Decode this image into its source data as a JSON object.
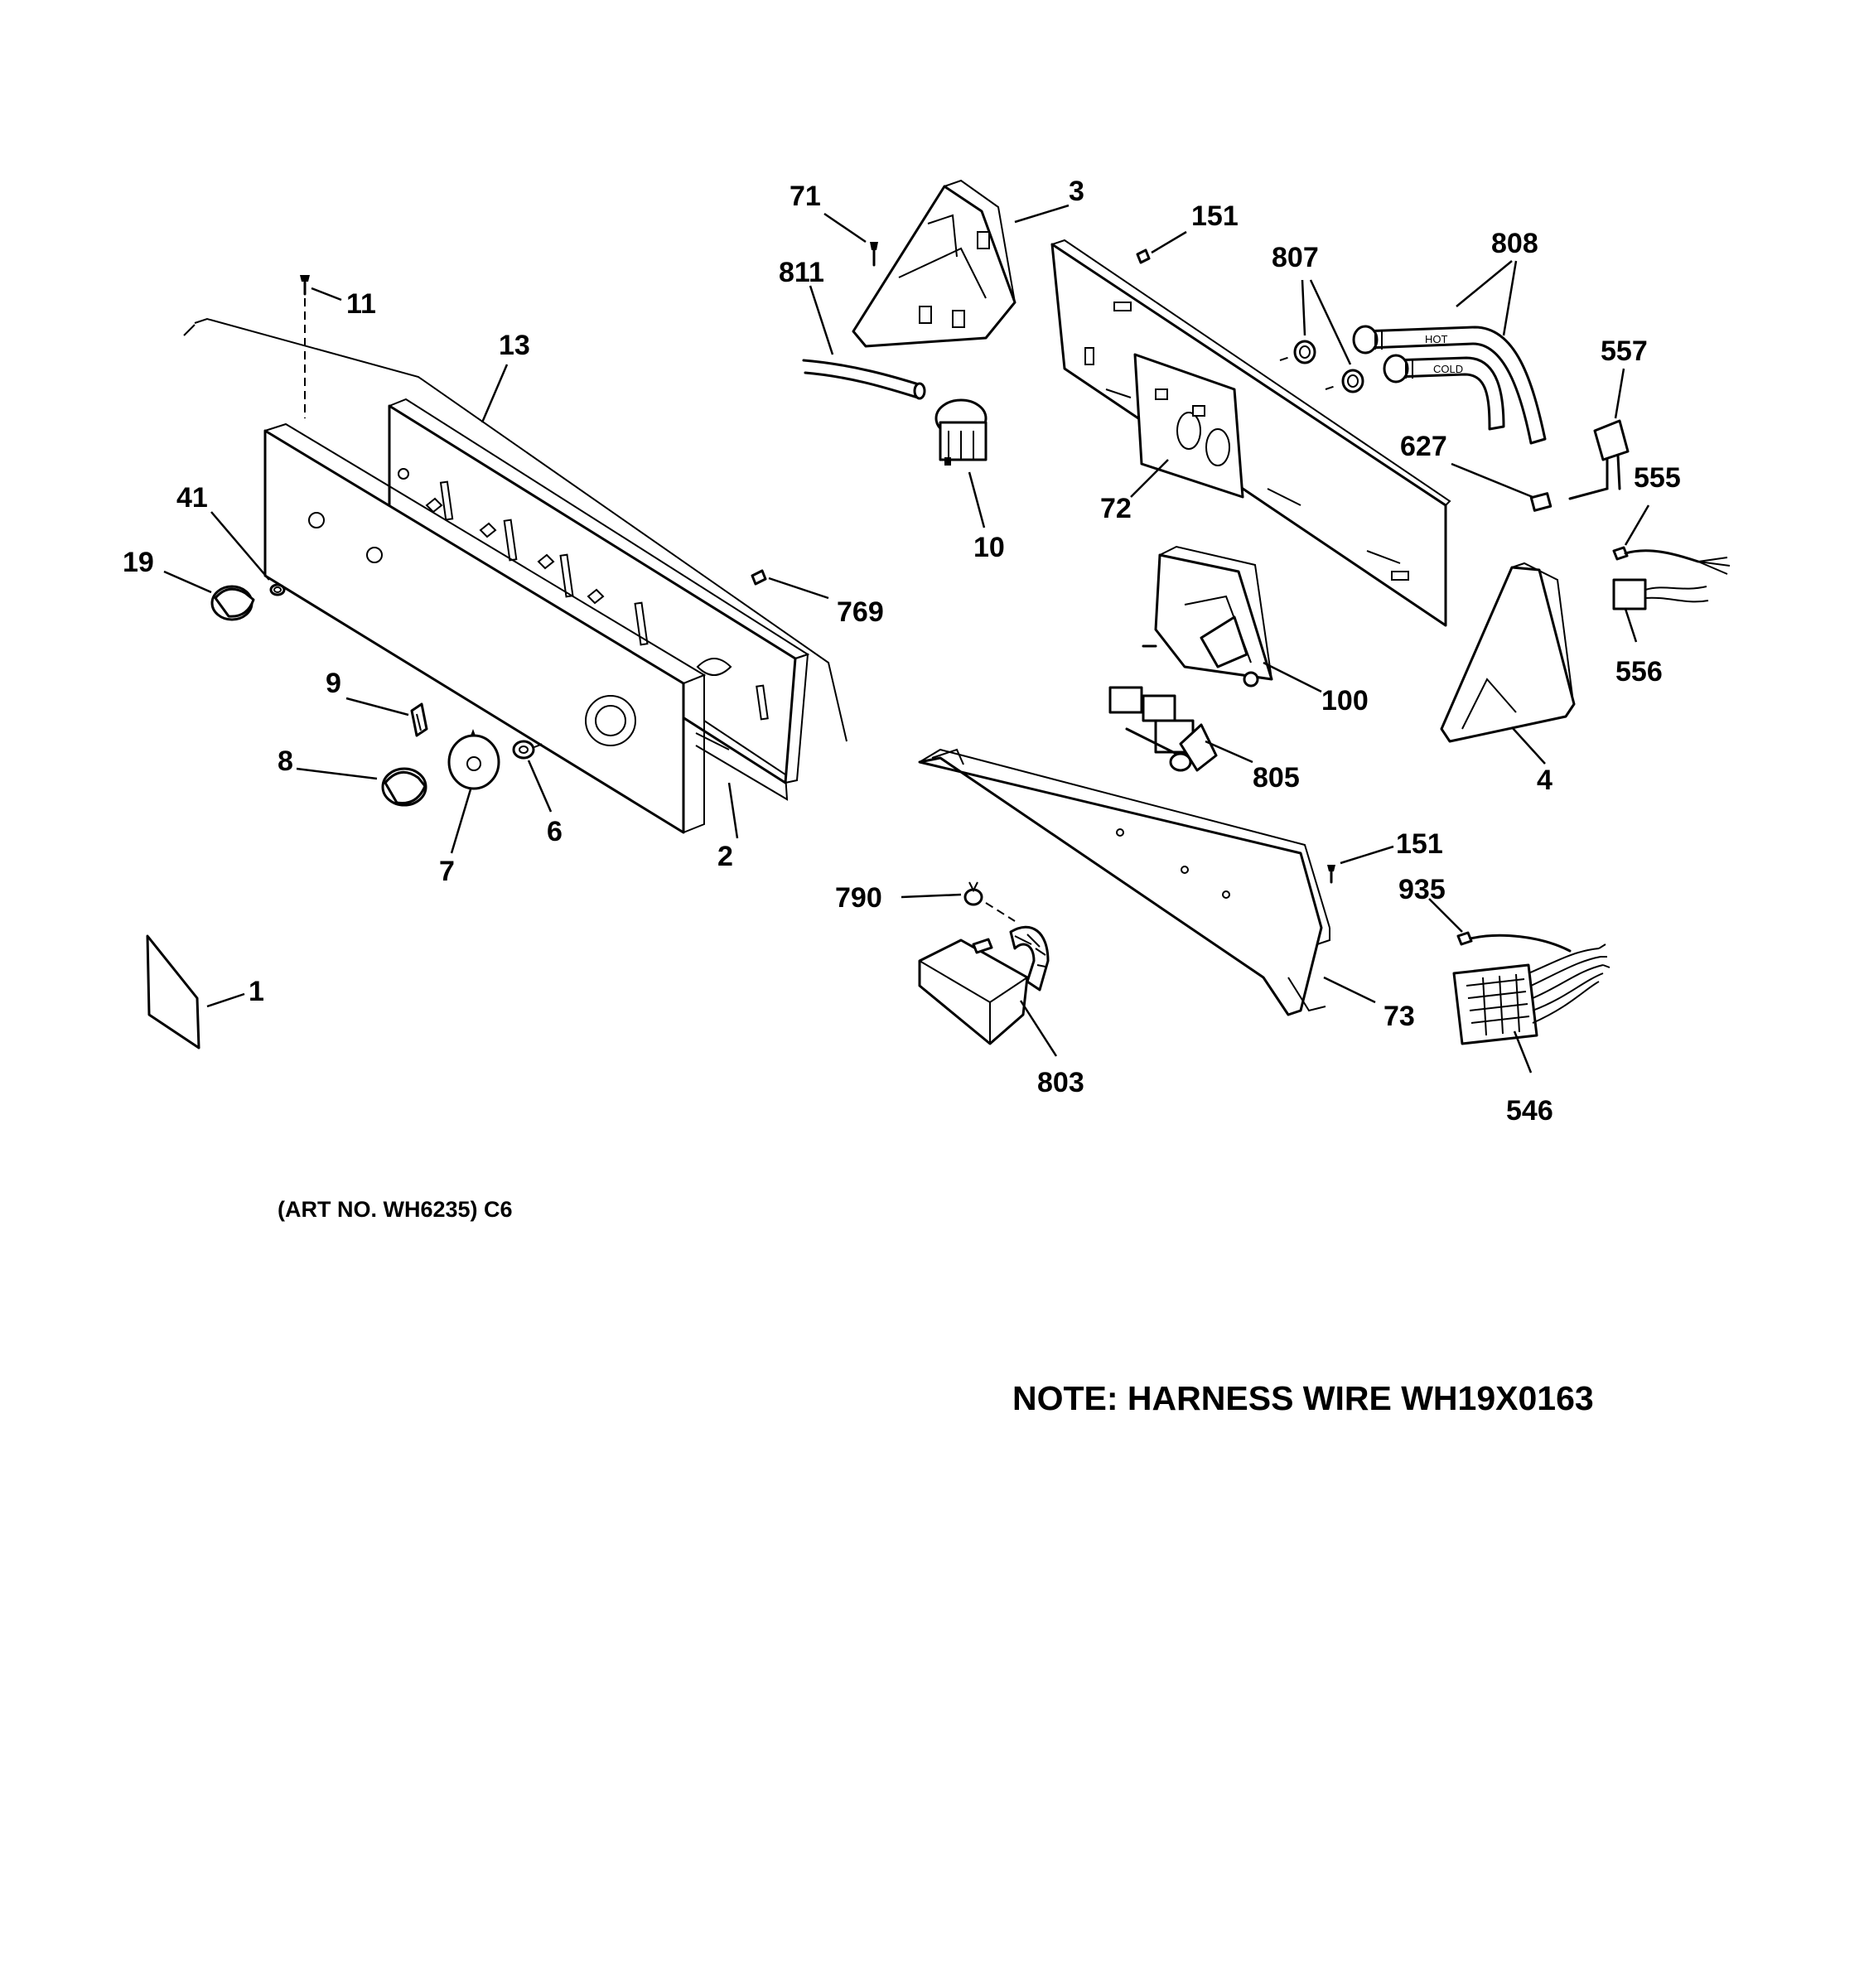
{
  "callouts": [
    {
      "id": "c1",
      "label": "1"
    },
    {
      "id": "c2",
      "label": "2"
    },
    {
      "id": "c3",
      "label": "3"
    },
    {
      "id": "c4",
      "label": "4"
    },
    {
      "id": "c6",
      "label": "6"
    },
    {
      "id": "c7",
      "label": "7"
    },
    {
      "id": "c8",
      "label": "8"
    },
    {
      "id": "c9",
      "label": "9"
    },
    {
      "id": "c10",
      "label": "10"
    },
    {
      "id": "c11",
      "label": "11"
    },
    {
      "id": "c13",
      "label": "13"
    },
    {
      "id": "c19",
      "label": "19"
    },
    {
      "id": "c41",
      "label": "41"
    },
    {
      "id": "c71",
      "label": "71"
    },
    {
      "id": "c72",
      "label": "72"
    },
    {
      "id": "c73",
      "label": "73"
    },
    {
      "id": "c100",
      "label": "100"
    },
    {
      "id": "c151a",
      "label": "151"
    },
    {
      "id": "c151b",
      "label": "151"
    },
    {
      "id": "c546",
      "label": "546"
    },
    {
      "id": "c555",
      "label": "555"
    },
    {
      "id": "c556",
      "label": "556"
    },
    {
      "id": "c557",
      "label": "557"
    },
    {
      "id": "c627",
      "label": "627"
    },
    {
      "id": "c769",
      "label": "769"
    },
    {
      "id": "c790",
      "label": "790"
    },
    {
      "id": "c803",
      "label": "803"
    },
    {
      "id": "c805",
      "label": "805"
    },
    {
      "id": "c807",
      "label": "807"
    },
    {
      "id": "c808",
      "label": "808"
    },
    {
      "id": "c811",
      "label": "811"
    },
    {
      "id": "c935",
      "label": "935"
    }
  ],
  "hose_labels": {
    "hot": "HOT",
    "cold": "COLD"
  },
  "footer": {
    "art_no": "(ART NO. WH6235) C6",
    "note": "NOTE: HARNESS WIRE WH19X0163"
  }
}
